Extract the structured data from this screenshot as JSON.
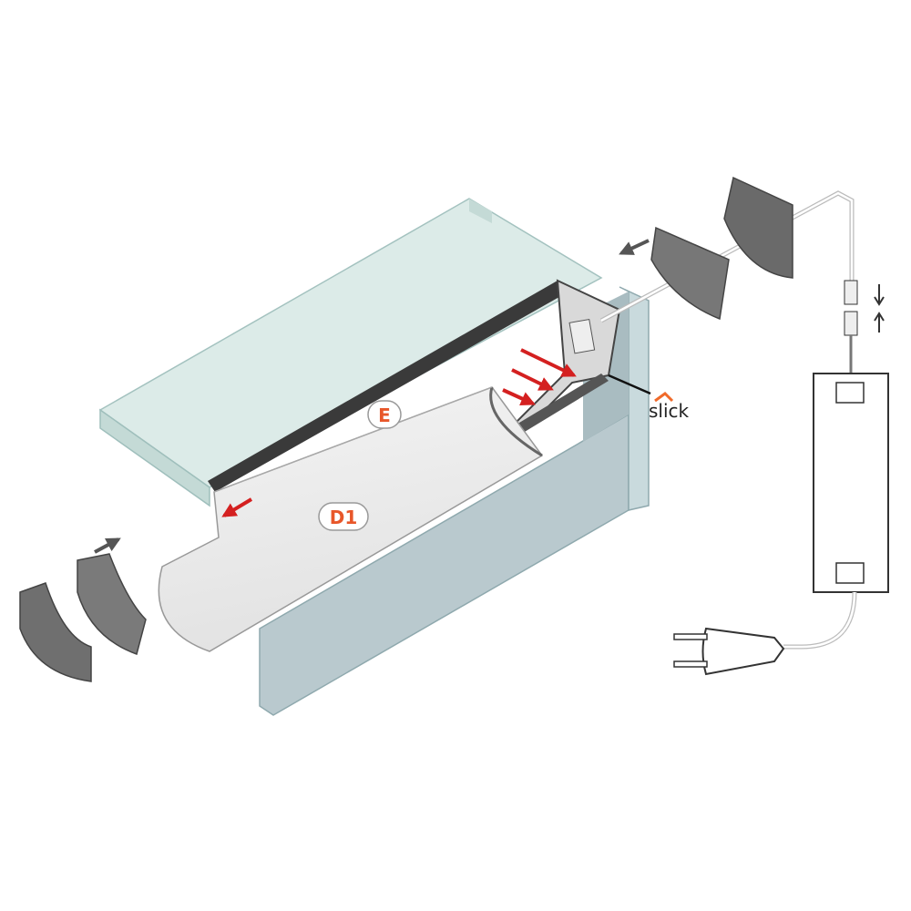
{
  "labels": {
    "profile": "E",
    "diffuser": "D1",
    "brand": "slick"
  },
  "colors": {
    "glass": "#cfe3e0",
    "glass_edge": "#9fbfbc",
    "wall": "#b9c9ce",
    "profile": "#3a3a3a",
    "accent_arrow": "#d42020",
    "label": "#e8572a",
    "end_cap": "#6f6f6f"
  }
}
